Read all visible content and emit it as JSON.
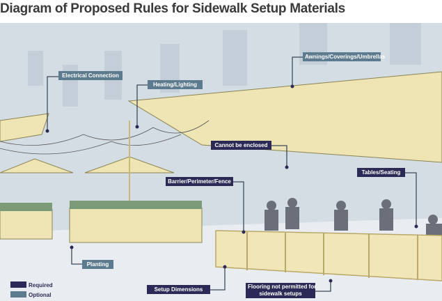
{
  "title": "Diagram of Proposed Rules for Sidewalk Setup Materials",
  "colors": {
    "required": "#2b2a56",
    "optional": "#5d7b8f"
  },
  "labels": {
    "electrical": "Electrical Connection",
    "heating": "Heating/Lighting",
    "awnings": "Awnings/Coverings/Umbrellas",
    "enclosed": "Cannot be enclosed",
    "tables": "Tables/Seating",
    "barrier": "Barrier/Perimeter/Fence",
    "planting": "Planting",
    "dimensions": "Setup Dimensions",
    "flooring_1": "Flooring not permitted for",
    "flooring_2": "sidewalk setups"
  },
  "legend": {
    "required": "Required",
    "optional": "Optional"
  }
}
